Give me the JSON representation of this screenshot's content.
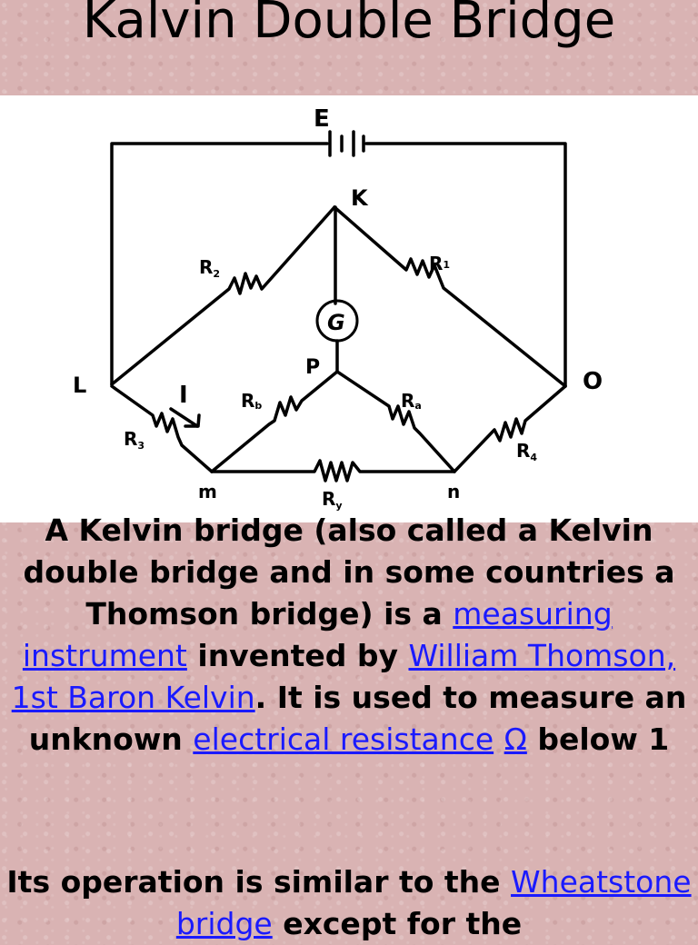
{
  "slide": {
    "title": "Kalvin Double Bridge"
  },
  "diagram": {
    "labels": {
      "E": "E",
      "K": "K",
      "L": "L",
      "O": "O",
      "P": "P",
      "G": "G",
      "I": "I",
      "m": "m",
      "n": "n",
      "R2": "R",
      "R2_sub": "2",
      "R1": "R",
      "R1_sub": "1",
      "R3": "R",
      "R3_sub": "3",
      "R4": "R",
      "R4_sub": "4",
      "Rb": "R",
      "Rb_sub": "b",
      "Ra": "R",
      "Ra_sub": "a",
      "Ry": "R",
      "Ry_sub": "y"
    }
  },
  "paragraph1": {
    "t1": "A Kelvin bridge (also called a Kelvin double bridge and in some countries a Thomson bridge) is a ",
    "link1": "measuring instrument",
    "t2": " invented by ",
    "link2": "William Thomson, 1st Baron Kelvin",
    "t3": ". It is used to measure an unknown ",
    "link3": "electrical resistance",
    "t4": " ",
    "link4": "Ω",
    "t5": " below 1"
  },
  "paragraph2": {
    "t1": "Its operation is similar to the ",
    "link1": "Wheatstone bridge",
    "t2": " except for the"
  }
}
